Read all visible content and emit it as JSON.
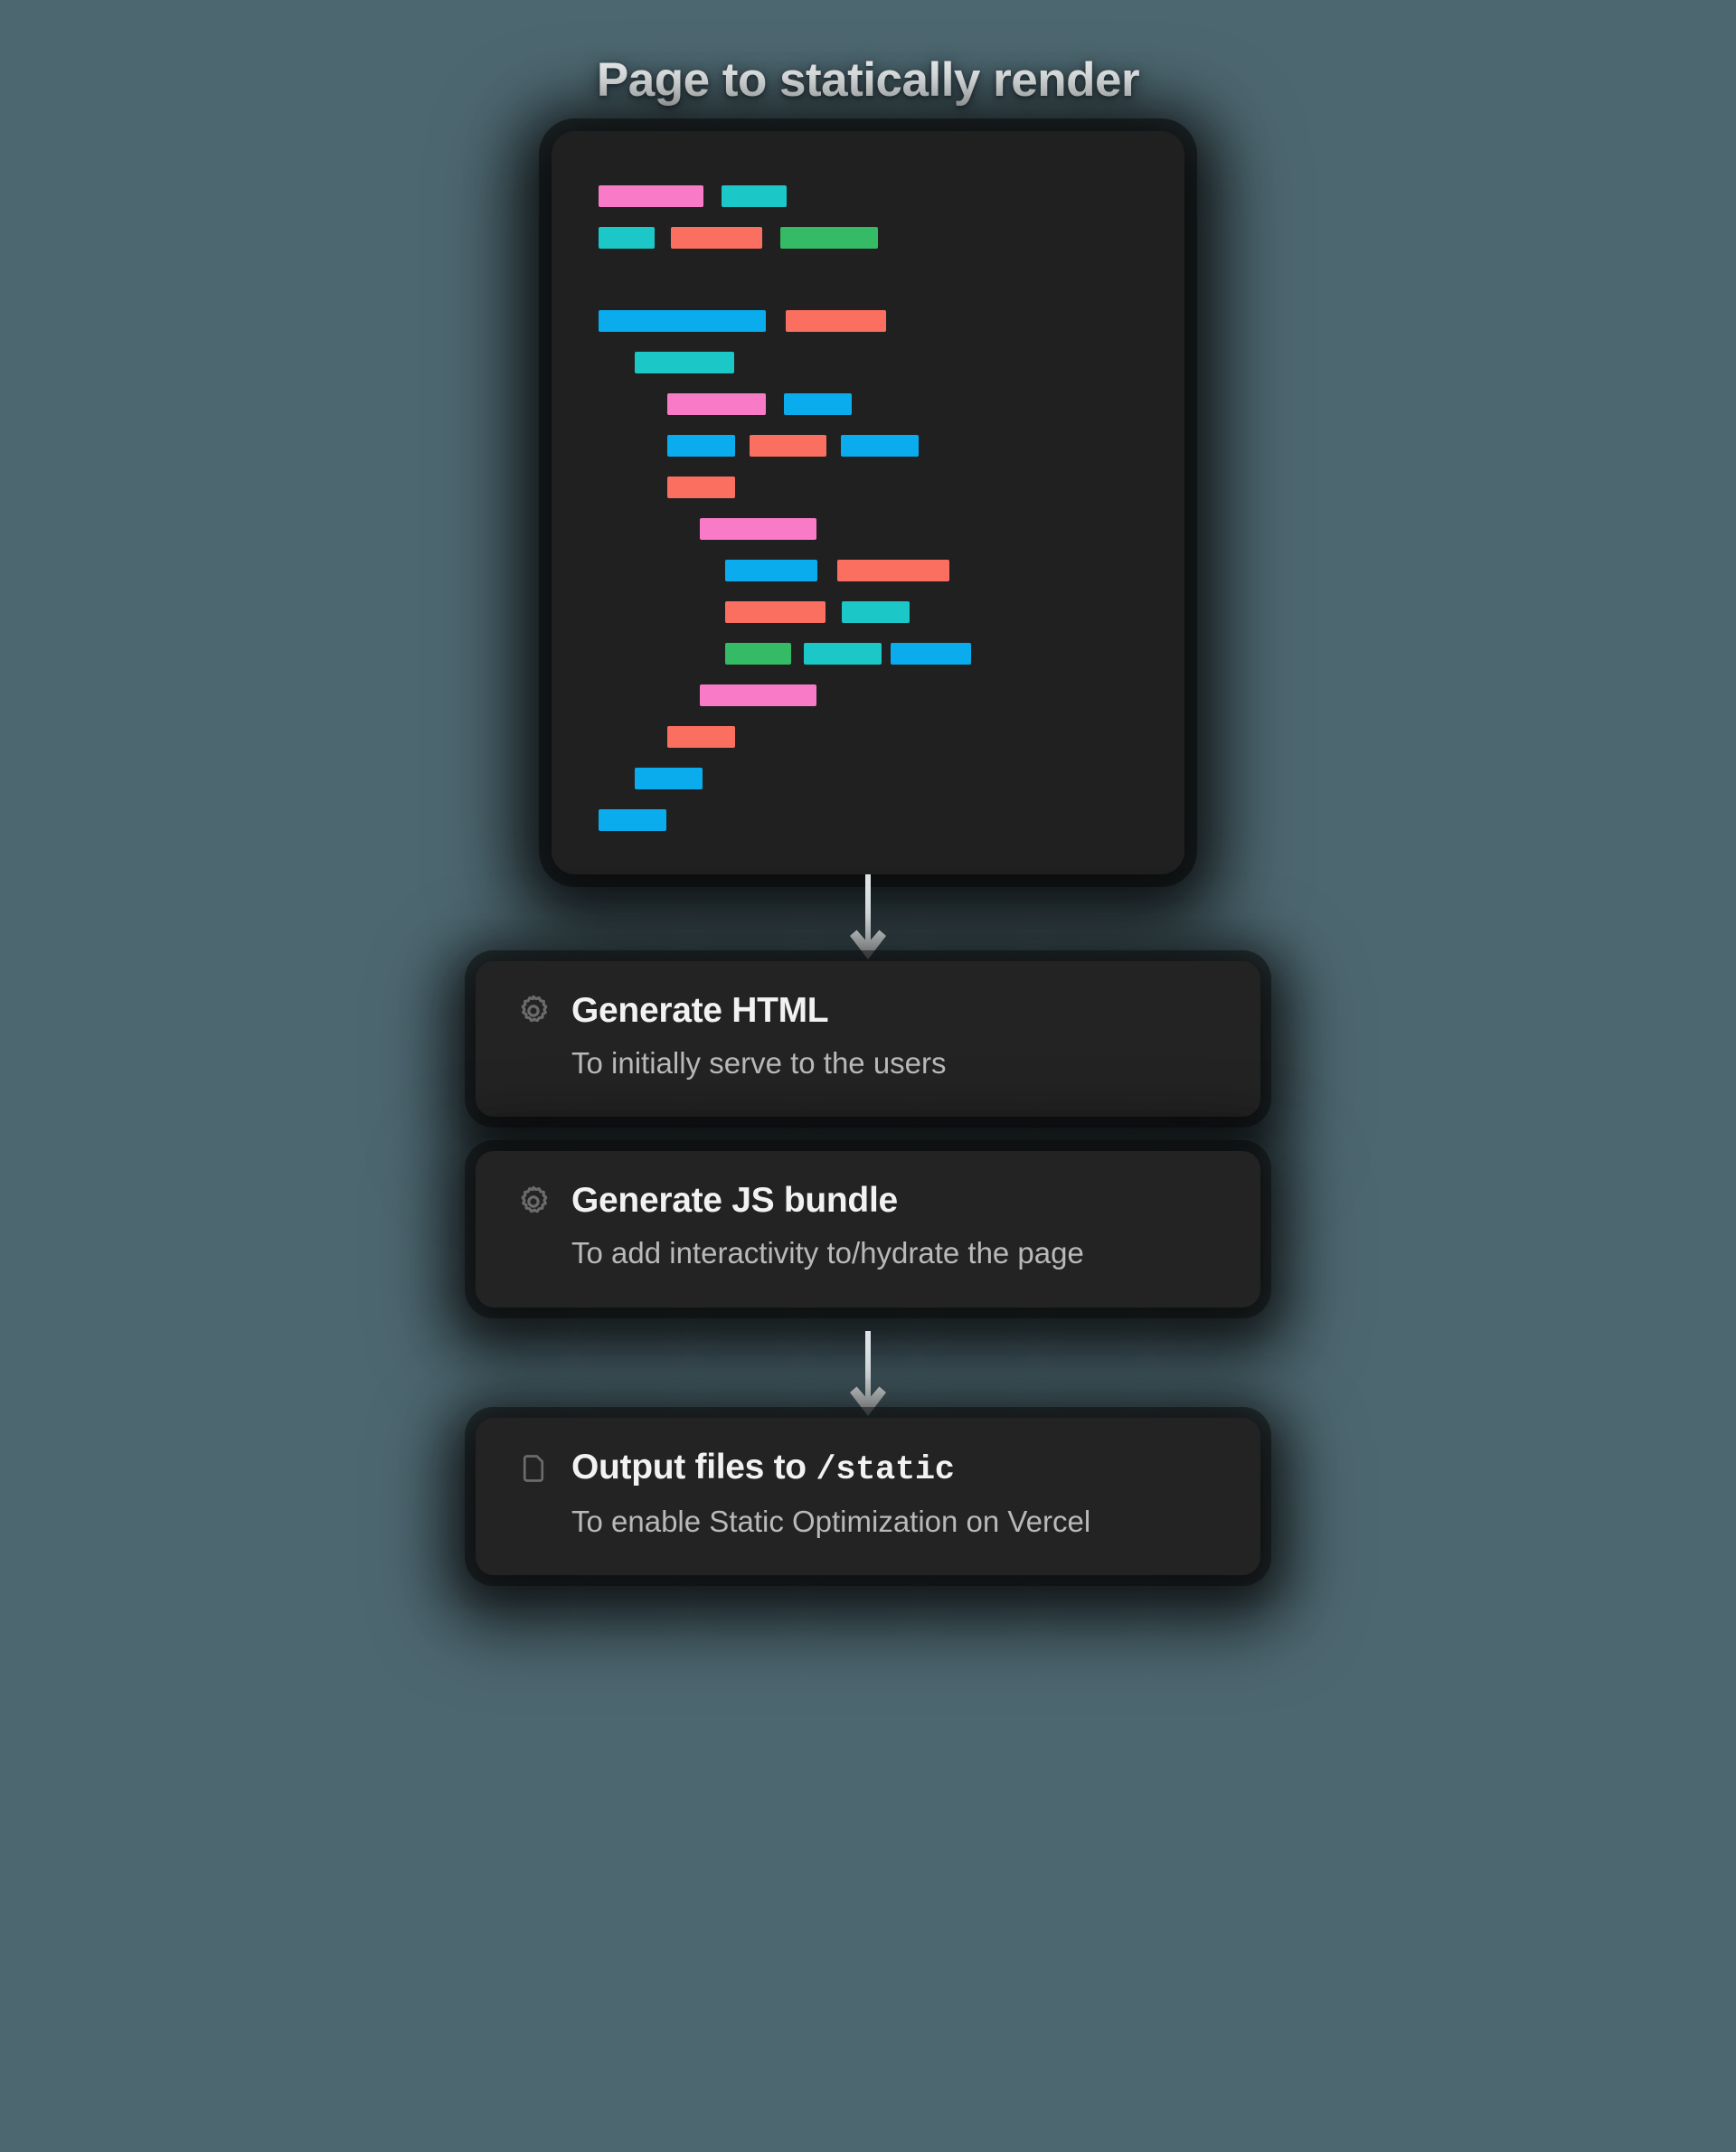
{
  "page": {
    "background_color": "#4d6770",
    "title": "Page to statically render"
  },
  "code_block": {
    "background_color": "#202020",
    "palette": {
      "pink": "#f97bc8",
      "teal": "#1bc7c7",
      "red": "#fb6f61",
      "green": "#35ba65",
      "blue": "#0bacee"
    },
    "lines": [
      {
        "indent": 52,
        "bars": [
          {
            "color": "#f97bc8",
            "width": 116
          },
          {
            "gap": 20,
            "color": "#1bc7c7",
            "width": 72
          }
        ]
      },
      {
        "indent": 52,
        "bars": [
          {
            "color": "#1bc7c7",
            "width": 62
          },
          {
            "gap": 18,
            "color": "#fb6f61",
            "width": 101
          },
          {
            "gap": 20,
            "color": "#35ba65",
            "width": 108
          }
        ]
      },
      {
        "spacer": true
      },
      {
        "indent": 52,
        "bars": [
          {
            "color": "#0bacee",
            "width": 185
          },
          {
            "gap": 22,
            "color": "#fb6f61",
            "width": 111
          }
        ]
      },
      {
        "indent": 92,
        "bars": [
          {
            "color": "#1bc7c7",
            "width": 110
          }
        ]
      },
      {
        "indent": 128,
        "bars": [
          {
            "color": "#f97bc8",
            "width": 109
          },
          {
            "gap": 20,
            "color": "#0bacee",
            "width": 75
          }
        ]
      },
      {
        "indent": 128,
        "bars": [
          {
            "color": "#0bacee",
            "width": 75
          },
          {
            "gap": 16,
            "color": "#fb6f61",
            "width": 85
          },
          {
            "gap": 16,
            "color": "#0bacee",
            "width": 86
          }
        ]
      },
      {
        "indent": 128,
        "bars": [
          {
            "color": "#fb6f61",
            "width": 75
          }
        ]
      },
      {
        "indent": 164,
        "bars": [
          {
            "color": "#f97bc8",
            "width": 129
          }
        ]
      },
      {
        "indent": 192,
        "bars": [
          {
            "color": "#0bacee",
            "width": 102
          },
          {
            "gap": 22,
            "color": "#fb6f61",
            "width": 124
          }
        ]
      },
      {
        "indent": 192,
        "bars": [
          {
            "color": "#fb6f61",
            "width": 111
          },
          {
            "gap": 18,
            "color": "#1bc7c7",
            "width": 75
          }
        ]
      },
      {
        "indent": 192,
        "bars": [
          {
            "color": "#35ba65",
            "width": 73
          },
          {
            "gap": 14,
            "color": "#1bc7c7",
            "width": 86
          },
          {
            "gap": 10,
            "color": "#0bacee",
            "width": 89
          }
        ]
      },
      {
        "indent": 164,
        "bars": [
          {
            "color": "#f97bc8",
            "width": 129
          }
        ]
      },
      {
        "indent": 128,
        "bars": [
          {
            "color": "#fb6f61",
            "width": 75
          }
        ]
      },
      {
        "indent": 92,
        "bars": [
          {
            "color": "#0bacee",
            "width": 75
          }
        ]
      },
      {
        "indent": 52,
        "bars": [
          {
            "color": "#0bacee",
            "width": 75
          }
        ]
      }
    ]
  },
  "arrows": [
    {
      "name": "arrow-code-to-generate",
      "direction": "down",
      "color": "#dfe5e7"
    },
    {
      "name": "arrow-generate-to-output",
      "direction": "down",
      "color": "#dfe5e7"
    }
  ],
  "steps": [
    {
      "icon": "gear-icon",
      "title": "Generate HTML",
      "subtitle": "To initially serve to the users"
    },
    {
      "icon": "gear-icon",
      "title": "Generate JS bundle",
      "subtitle": "To add interactivity to/hydrate the page"
    },
    {
      "icon": "file-icon",
      "title_prefix": "Output files to ",
      "title_mono": "/static",
      "subtitle": "To enable Static Optimization on Vercel"
    }
  ]
}
